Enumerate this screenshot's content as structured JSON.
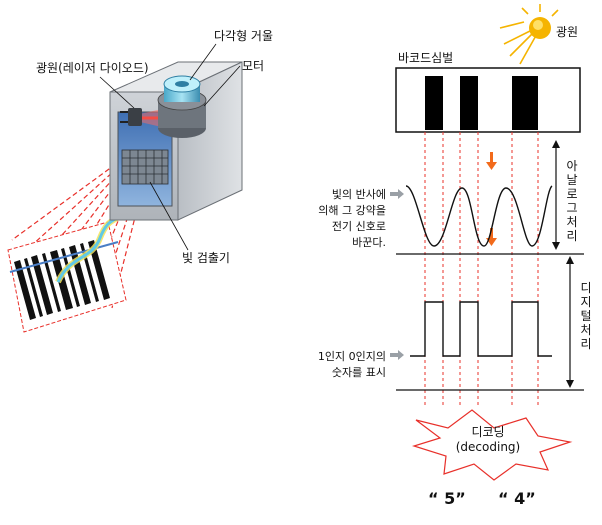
{
  "left_device": {
    "labels": {
      "light_source": "광원(레이저 다이오드)",
      "polygon_mirror": "다각형 거울",
      "motor": "모터",
      "light_detector": "빛 검출기"
    }
  },
  "right_process": {
    "sun_label": "광원",
    "barcode_label": "바코드심벌",
    "analog_desc": [
      "빛의 반사에",
      "의해 그 강약을",
      "전기 신호로",
      "바꾼다."
    ],
    "analog_stage": [
      "아",
      "날",
      "로",
      "그",
      "처",
      "리"
    ],
    "digital_desc": [
      "1인지 0인지의",
      "숫자를 표시"
    ],
    "digital_stage": [
      "디",
      "지",
      "털",
      "처",
      "리"
    ],
    "decoding_title": "디코딩",
    "decoding_sub": "(decoding)",
    "result_1": "“ 5”",
    "result_2": "“ 4”"
  },
  "colors": {
    "red": "#e8302a",
    "orange_arrow": "#f26a1b",
    "sun": "#f5b400",
    "cyan": "#5fc9e6"
  }
}
